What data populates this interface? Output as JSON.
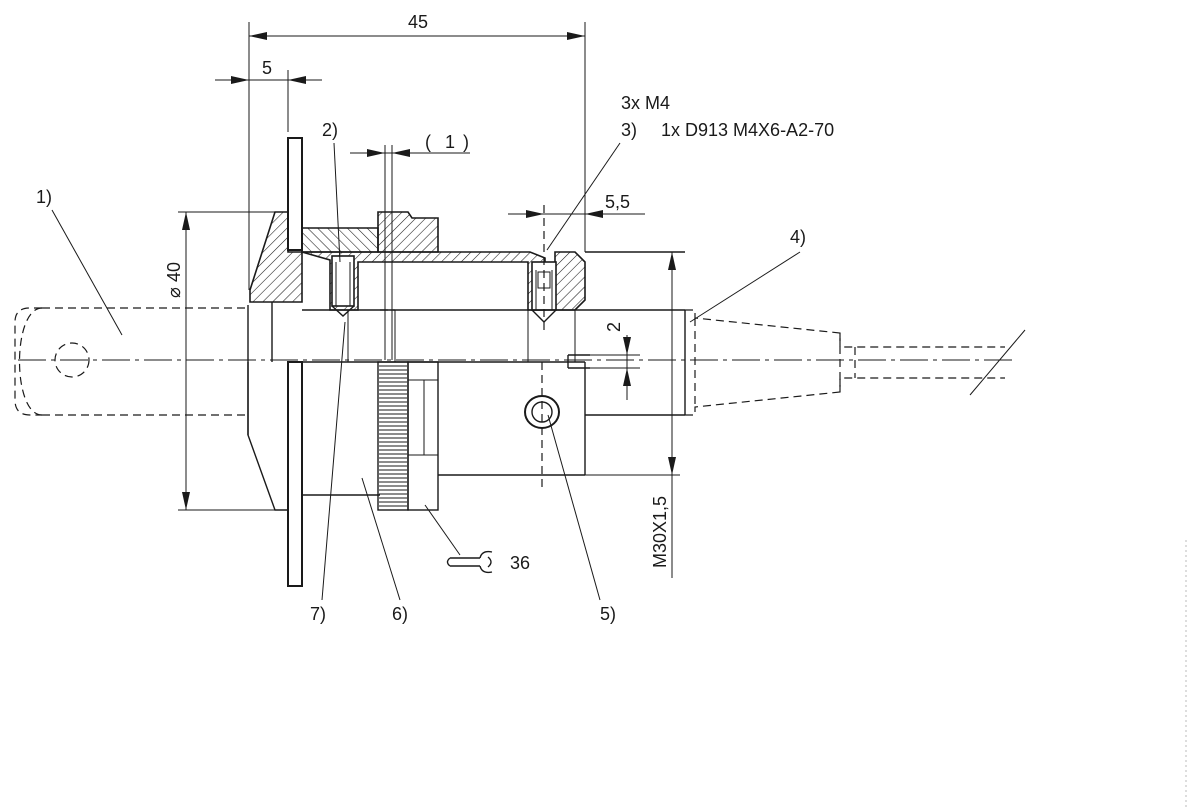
{
  "dimensions": {
    "overall_length": "45",
    "flange_offset": "5",
    "gap": "1",
    "diameter": "40",
    "screw_offset": "5,5",
    "thread": "M30X1,5",
    "clearance": "2",
    "wrench_size": "36"
  },
  "callouts": {
    "item1": "1)",
    "item2": "2)",
    "item3": "3)",
    "item4": "4)",
    "item5": "5)",
    "item6": "6)",
    "item7": "7)"
  },
  "notes": {
    "screw_qty": "3x M4",
    "screw_spec": "1x D913 M4X6-A2-70"
  },
  "symbols": {
    "diameter": "⌀"
  },
  "colors": {
    "ink": "#1a1a1a",
    "background": "#ffffff"
  }
}
